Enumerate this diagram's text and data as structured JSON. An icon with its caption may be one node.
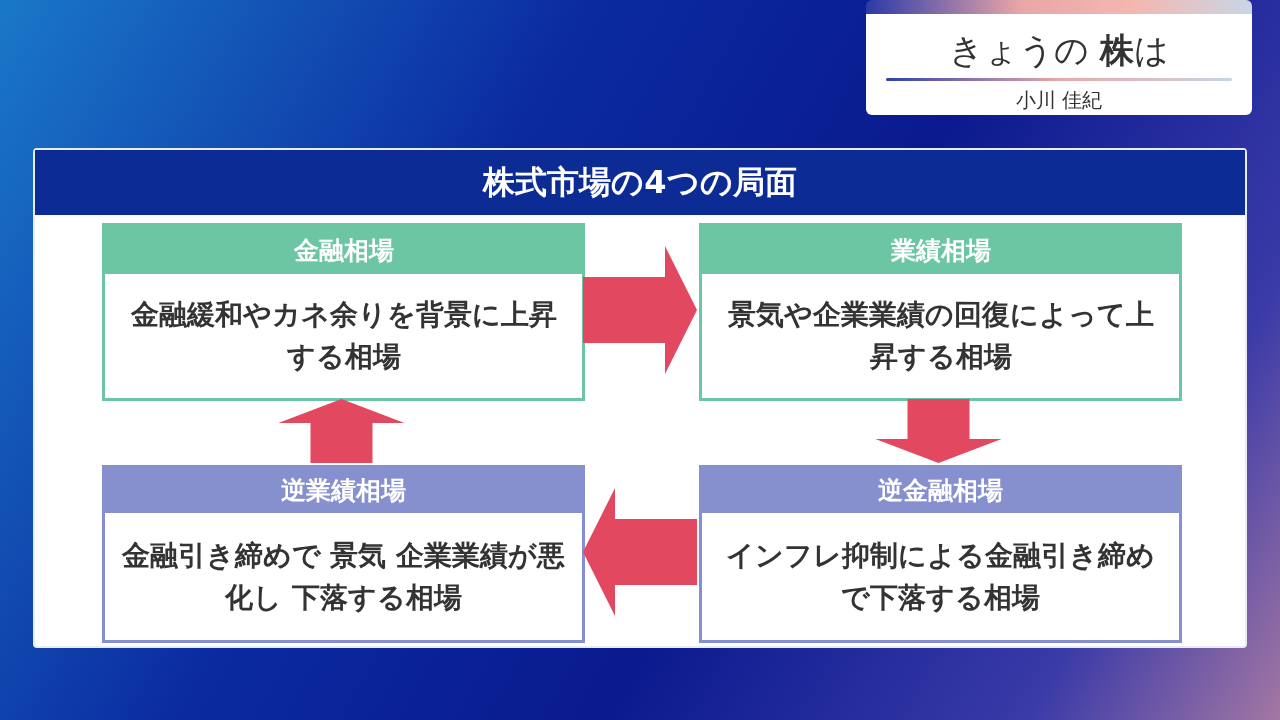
{
  "diagram": {
    "nodes": [
      {
        "text": [
          "株式市場の4つの局面"
        ]
      },
      {
        "text": [
          "金融相場",
          "金融緩和やカネ余りを背景に上昇する相場"
        ],
        "in": 0
      },
      {
        "text": [
          "業績相場",
          "景気や企業業績の回復によって上昇する相場"
        ],
        "in": 0
      },
      {
        "text": [
          "逆業績相場",
          "金融引き締めで 景気 企業業績が悪化し 下落する相場"
        ],
        "in": 0
      },
      {
        "text": [
          "逆金融相場",
          "インフレ抑制による金融引き締めで下落する相場"
        ],
        "in": 0
      },
      {
        "text": [
          "きょうの **株**は",
          "小川 佳紀"
        ]
      }
    ],
    "edges": [
      {
        "from": 1,
        "to": 2,
        "arrow": "to"
      },
      {
        "from": 2,
        "to": 4,
        "arrow": "to"
      },
      {
        "from": 4,
        "to": 3,
        "arrow": "to"
      },
      {
        "from": 3,
        "to": 1,
        "arrow": "to"
      }
    ]
  }
}
